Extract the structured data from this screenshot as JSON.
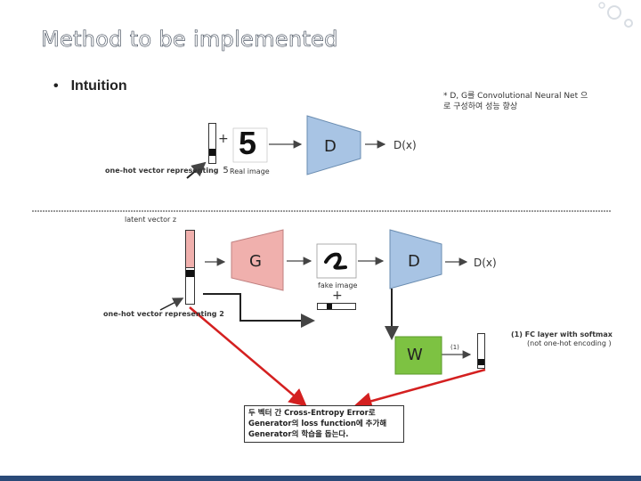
{
  "slide": {
    "title": "Method to be implemented",
    "bullet": "Intuition",
    "note": "* D, G를 Convolutional Neural Net 으로 구성하여 성능 향상"
  },
  "top_diagram": {
    "onehot_caption": "one-hot vector representing",
    "onehot_digit": "5",
    "plus": "+",
    "real_image_caption": "Real image",
    "real_image_digit": "5",
    "discriminator_label": "D",
    "output_label": "D(x)"
  },
  "bottom_diagram": {
    "latent_caption": "latent vector z",
    "onehot_caption": "one-hot vector representing 2",
    "generator_label": "G",
    "discriminator_label": "D",
    "output_label": "D(x)",
    "fake_image_caption": "fake image",
    "plus": "+",
    "w_label": "W",
    "arrow_tag": "(1)",
    "fc_caption": "(1) FC layer with softmax",
    "fc_subcaption": "(not one-hot encoding )"
  },
  "explanation": "두 벡터 간 Cross-Entropy Error로 Generator의 loss function에 추가해 Generator의 학습을 돕는다.",
  "colors": {
    "discriminator": "#a8c4e4",
    "generator": "#f0b0ad",
    "w_box": "#7dc242",
    "red_arrow": "#d42020",
    "latent_cell": "#f0b0ad",
    "bar": "#2a4a78"
  }
}
